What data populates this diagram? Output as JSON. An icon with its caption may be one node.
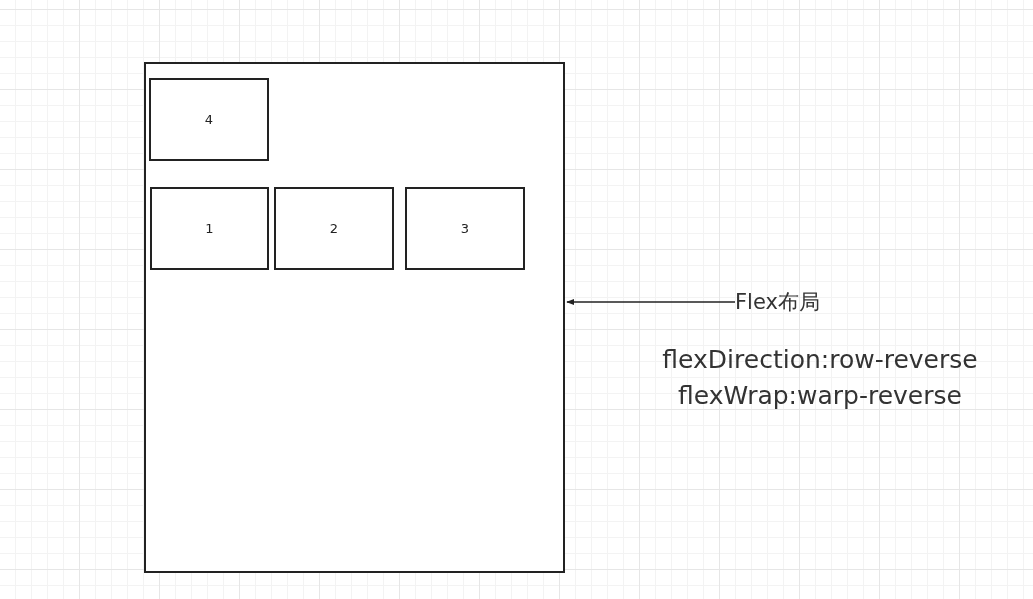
{
  "diagram": {
    "nodes": [
      {
        "text": [],
        "shape": "box"
      },
      {
        "text": [
          "4"
        ],
        "in": 0
      },
      {
        "text": [
          "1"
        ],
        "in": 0
      },
      {
        "text": [
          "2"
        ],
        "in": 0
      },
      {
        "text": [
          "3"
        ],
        "in": 0
      },
      {
        "text": [
          "Flex布局"
        ]
      }
    ],
    "edges": [
      {
        "from": 5,
        "to": 0,
        "arrow": "to"
      }
    ],
    "labels": [
      "flexDirection:row-reverse flexWrap:warp-reverse"
    ]
  }
}
